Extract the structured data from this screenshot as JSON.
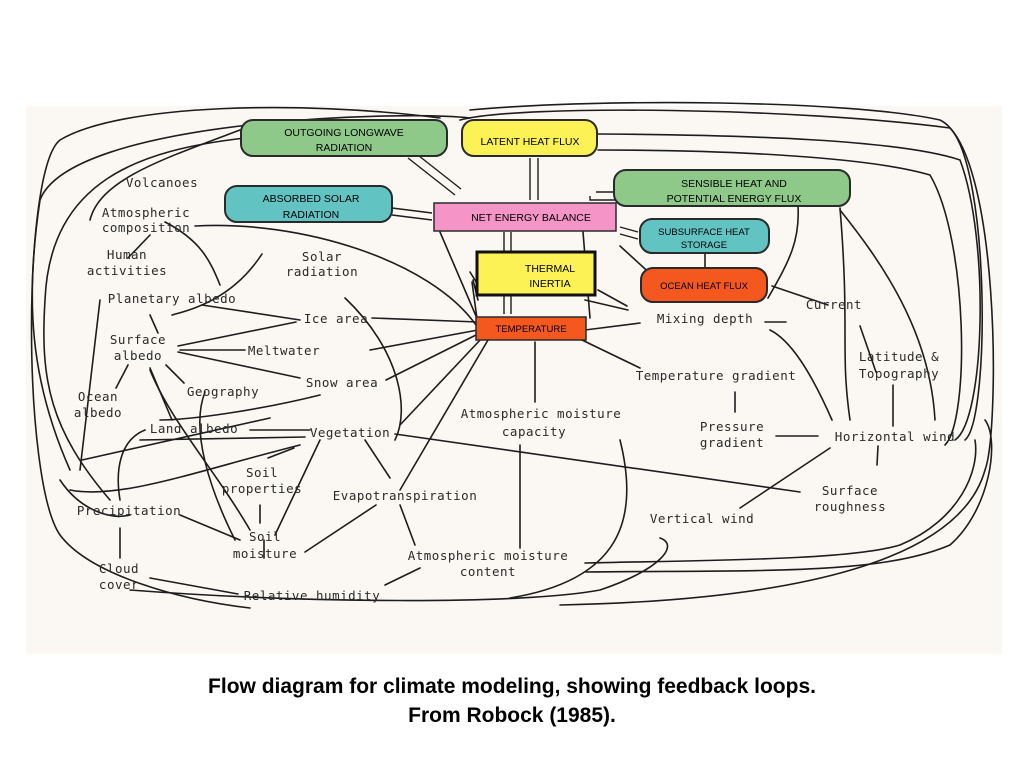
{
  "boxes": {
    "outgoing_longwave": [
      "OUTGOING LONGWAVE",
      "RADIATION"
    ],
    "latent_heat_flux": [
      "LATENT HEAT FLUX"
    ],
    "absorbed_solar": [
      "ABSORBED  SOLAR",
      "RADIATION"
    ],
    "net_energy_balance": [
      "NET ENERGY BALANCE"
    ],
    "sensible_heat": [
      "SENSIBLE HEAT AND",
      "POTENTIAL ENERGY FLUX"
    ],
    "subsurface_heat": [
      "SUBSURFACE HEAT",
      "STORAGE"
    ],
    "thermal_inertia": [
      "THERMAL",
      "INERTIA"
    ],
    "ocean_heat_flux": [
      "OCEAN HEAT FLUX"
    ],
    "temperature": [
      "TEMPERATURE"
    ]
  },
  "box_colors": {
    "green": "#8fc98a",
    "yellow": "#fcf256",
    "teal": "#62c3c3",
    "pink": "#f594c6",
    "orange": "#f4581f",
    "thermal": "#fcf256"
  },
  "nodes": {
    "volcanoes": [
      "Volcanoes"
    ],
    "atmospheric_composition": [
      "Atmospheric",
      "composition"
    ],
    "human_activities": [
      "Human",
      "activities"
    ],
    "solar_radiation": [
      "Solar",
      "radiation"
    ],
    "planetary_albedo": [
      "Planetary albedo"
    ],
    "ice_area": [
      "Ice area"
    ],
    "surface_albedo": [
      "Surface",
      "albedo"
    ],
    "meltwater": [
      "Meltwater"
    ],
    "snow_area": [
      "Snow area"
    ],
    "geography": [
      "Geography"
    ],
    "ocean_albedo": [
      "Ocean",
      "albedo"
    ],
    "land_albedo": [
      "Land albedo"
    ],
    "vegetation": [
      "Vegetation"
    ],
    "soil_properties": [
      "Soil",
      "properties"
    ],
    "precipitation": [
      "Precipitation"
    ],
    "soil_moisture": [
      "Soil",
      "moisture"
    ],
    "evapotranspiration": [
      "Evapotranspiration"
    ],
    "cloud_cover": [
      "Cloud",
      "cover"
    ],
    "relative_humidity": [
      "Relative humidity"
    ],
    "atm_moisture_capacity": [
      "Atmospheric moisture",
      "capacity"
    ],
    "atm_moisture_content": [
      "Atmospheric moisture",
      "content"
    ],
    "mixing_depth": [
      "Mixing depth"
    ],
    "current": [
      "Current"
    ],
    "latitude_topography": [
      "Latitude &",
      "Topography"
    ],
    "temperature_gradient": [
      "Temperature gradient"
    ],
    "pressure_gradient": [
      "Pressure",
      "gradient"
    ],
    "horizontal_wind": [
      "Horizontal wind"
    ],
    "surface_roughness": [
      "Surface",
      "roughness"
    ],
    "vertical_wind": [
      "Vertical wind"
    ]
  },
  "caption": {
    "line1": "Flow diagram for climate modeling, showing feedback loops.",
    "line2": "From Robock (1985)."
  }
}
